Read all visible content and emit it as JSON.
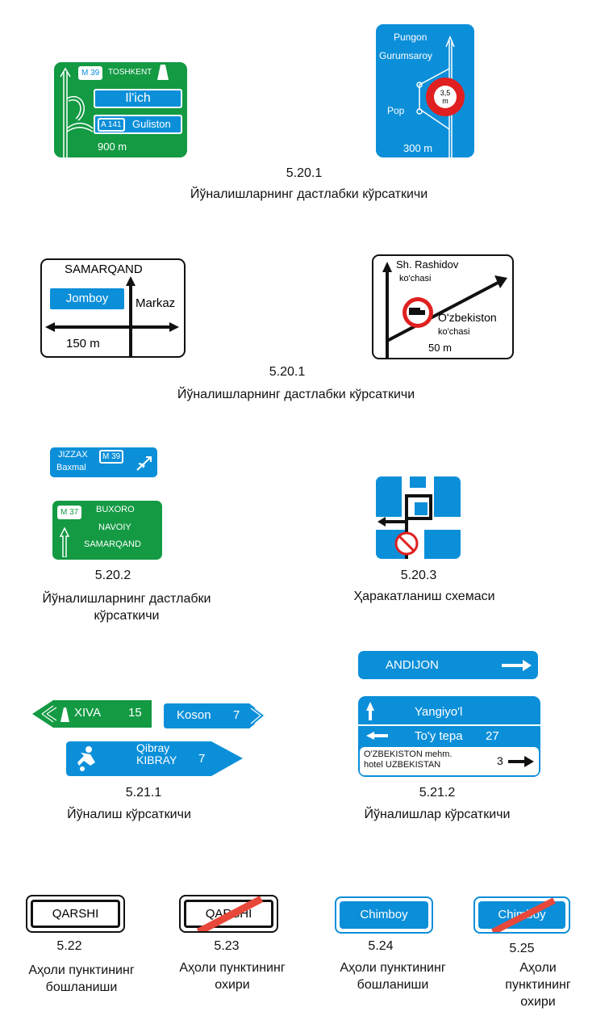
{
  "sign_5_20_1_a": {
    "route": "M 39",
    "city": "TOSHKENT",
    "panel1": "Il'ich",
    "route2": "A 141",
    "panel2": "Guliston",
    "distance": "900 m"
  },
  "sign_5_20_1_b": {
    "top1": "Pungon",
    "top2": "Gurumsaroy",
    "side": "Pop",
    "limit_top": "3,5",
    "limit_bottom": "m",
    "distance": "300 m"
  },
  "caption1": {
    "number": "5.20.1",
    "text": "Йўналишларнинг дастлабки кўрсаткичи"
  },
  "sign_5_20_1_c": {
    "top": "SAMARQAND",
    "left": "Jomboy",
    "right": "Markaz",
    "distance": "150 m"
  },
  "sign_5_20_1_d": {
    "top1": "Sh. Rashidov",
    "top2": "ko'chasi",
    "right1": "O'zbekiston",
    "right2": "ko'chasi",
    "distance": "50 m"
  },
  "caption2": {
    "number": "5.20.1",
    "text": "Йўналишларнинг дастлабки кўрсаткичи"
  },
  "sign_5_20_2_a": {
    "city1": "JIZZAX",
    "city2": "Baxmal",
    "route": "M 39"
  },
  "sign_5_20_2_b": {
    "route": "M 37",
    "city1": "BUXORO",
    "city2": "NAVOIY",
    "city3": "SAMARQAND"
  },
  "caption3": {
    "number": "5.20.2",
    "line1": "Йўналишларнинг дастлабки",
    "line2": "кўрсаткичи"
  },
  "caption4": {
    "number": "5.20.3",
    "text": "Ҳаракатланиш схемаси"
  },
  "sign_5_21_1": {
    "xiva": "XIVA",
    "xiva_km": "15",
    "koson": "Koson",
    "koson_km": "7",
    "qibray1": "Qibray",
    "qibray2": "KIBRAY",
    "qibray_km": "7"
  },
  "caption5": {
    "number": "5.21.1",
    "text": "Йўналиш кўрсаткичи"
  },
  "sign_5_21_2": {
    "andijon": "ANDIJON",
    "row1": "Yangiyo'l",
    "row2": "To'y tepa",
    "row2_km": "27",
    "row3a": "O'ZBEKISTON mehm.",
    "row3b": "hotel UZBEKISTAN",
    "row3_km": "3"
  },
  "caption6": {
    "number": "5.21.2",
    "text": "Йўналишлар кўрсаткичи"
  },
  "bottom": [
    {
      "sign": "QARSHI",
      "number": "5.22",
      "line1": "Аҳоли пунктининг",
      "line2": "бошланиши"
    },
    {
      "sign": "QARSHI",
      "number": "5.23",
      "line1": "Аҳоли пунктининг",
      "line2": "охири"
    },
    {
      "sign": "Chimboy",
      "number": "5.24",
      "line1": "Аҳоли пунктининг",
      "line2": "бошланиши"
    },
    {
      "sign": "Chimboy",
      "number": "5.25",
      "line1": "Аҳоли пунктининг",
      "line2": "охири"
    }
  ],
  "colors": {
    "green": "#139a43",
    "blue": "#0c8fd9",
    "red": "#e02020"
  }
}
